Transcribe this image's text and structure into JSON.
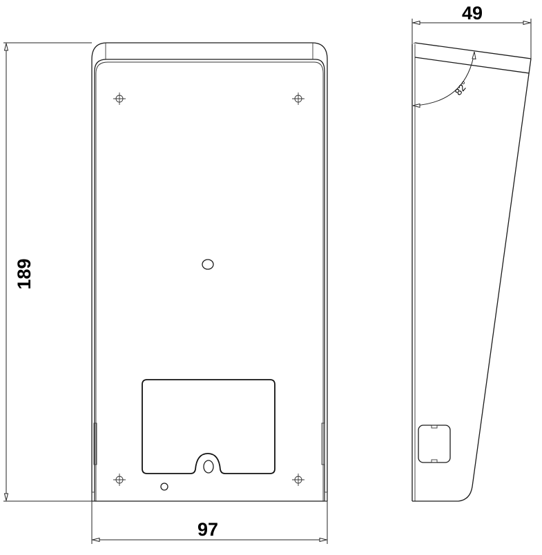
{
  "drawing": {
    "type": "technical-dimension-drawing",
    "views": [
      {
        "name": "front-view",
        "description": "Rain hood, front face with mounting holes and cable cutout"
      },
      {
        "name": "side-view",
        "description": "Rain hood, side profile with tilted top"
      }
    ],
    "colors": {
      "line": "#1a1a1a",
      "background": "#ffffff"
    }
  },
  "dimensions": {
    "height": "189",
    "width": "97",
    "depth": "49",
    "angle": "82°"
  }
}
